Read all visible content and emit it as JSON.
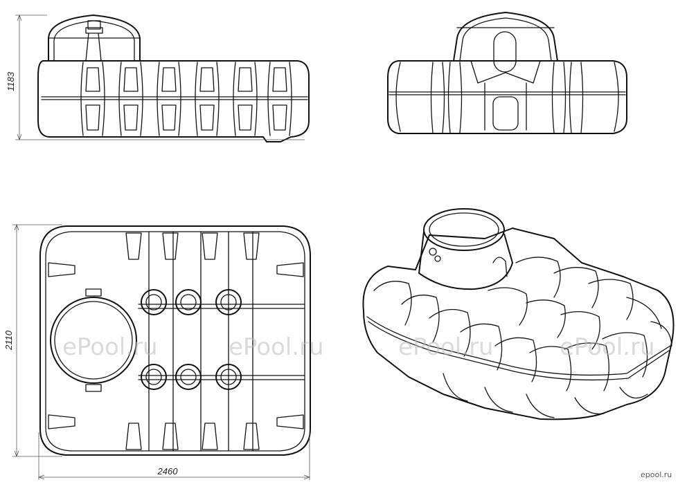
{
  "dimensions": {
    "height_label": "1183",
    "width_label": "2110",
    "length_label": "2460"
  },
  "watermarks": {
    "text": "ePool.ru",
    "corner_text": "epool.ru"
  },
  "views": [
    "side-view",
    "end-view",
    "top-view",
    "isometric-view"
  ]
}
